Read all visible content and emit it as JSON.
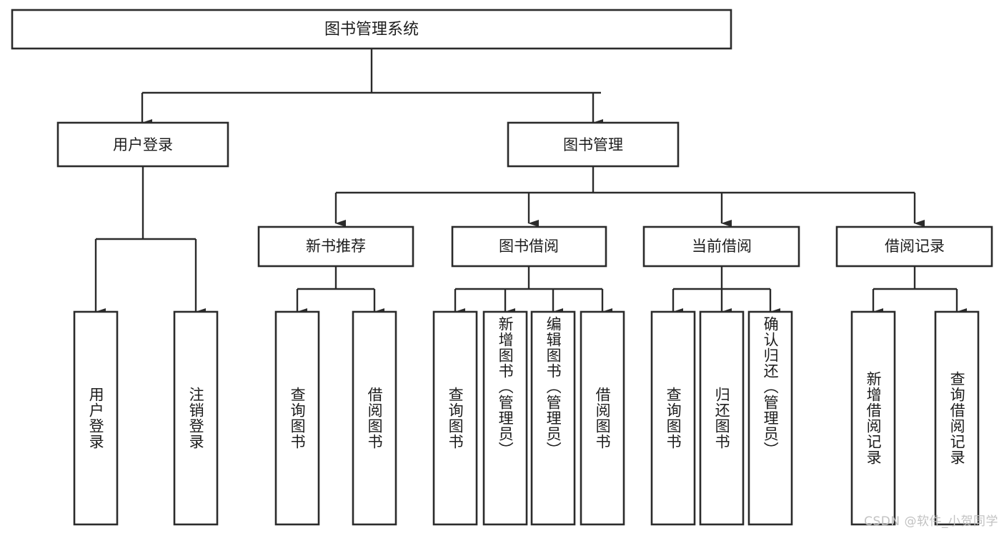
{
  "diagram": {
    "title": "图书管理系统",
    "type": "tree-hierarchy",
    "watermark": "CSDN @软件_小贺同学",
    "colors": {
      "stroke": "#2b2b2b",
      "fill": "#ffffff",
      "text": "#1c1c1c",
      "watermark": "#c2c2c2"
    },
    "nodes": {
      "root": {
        "label": "图书管理系统"
      },
      "level2": [
        {
          "id": "user-login",
          "label": "用户登录"
        },
        {
          "id": "book-manage",
          "label": "图书管理"
        }
      ],
      "level3": [
        {
          "id": "new-book-rec",
          "label": "新书推荐"
        },
        {
          "id": "book-borrow",
          "label": "图书借阅"
        },
        {
          "id": "current-borrow",
          "label": "当前借阅"
        },
        {
          "id": "borrow-record",
          "label": "借阅记录"
        }
      ],
      "leaves": {
        "user-login": [
          {
            "id": "leaf-user-login",
            "label": "用户登录"
          },
          {
            "id": "leaf-logout",
            "label": "注销登录"
          }
        ],
        "new-book-rec": [
          {
            "id": "leaf-query-book-1",
            "label": "查询图书"
          },
          {
            "id": "leaf-borrow-book-1",
            "label": "借阅图书"
          }
        ],
        "book-borrow": [
          {
            "id": "leaf-query-book-2",
            "label": "查询图书"
          },
          {
            "id": "leaf-add-book",
            "label": "新增图书（管理员）"
          },
          {
            "id": "leaf-edit-book",
            "label": "编辑图书（管理员）"
          },
          {
            "id": "leaf-borrow-book-2",
            "label": "借阅图书"
          }
        ],
        "current-borrow": [
          {
            "id": "leaf-query-book-3",
            "label": "查询图书"
          },
          {
            "id": "leaf-return-book",
            "label": "归还图书"
          },
          {
            "id": "leaf-confirm-return",
            "label": "确认归还（管理员）"
          }
        ],
        "borrow-record": [
          {
            "id": "leaf-add-record",
            "label": "新增借阅记录"
          },
          {
            "id": "leaf-query-record",
            "label": "查询借阅记录"
          }
        ]
      }
    }
  }
}
